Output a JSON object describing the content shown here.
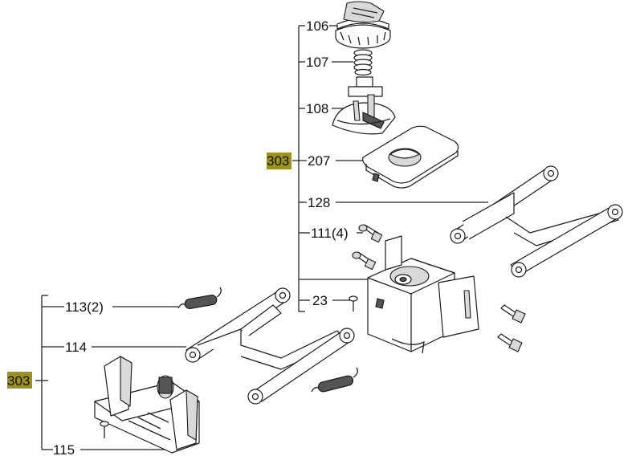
{
  "callouts": {
    "c106": "106",
    "c107": "107",
    "c108": "108",
    "c303_top": "303",
    "c207": "207",
    "c128": "128",
    "c111": "111(4)",
    "c23": "23",
    "c113": "113(2)",
    "c114": "114",
    "c303_bottom": "303",
    "c115": "115"
  },
  "colors": {
    "highlight": "#9c9220",
    "line": "#222222"
  }
}
